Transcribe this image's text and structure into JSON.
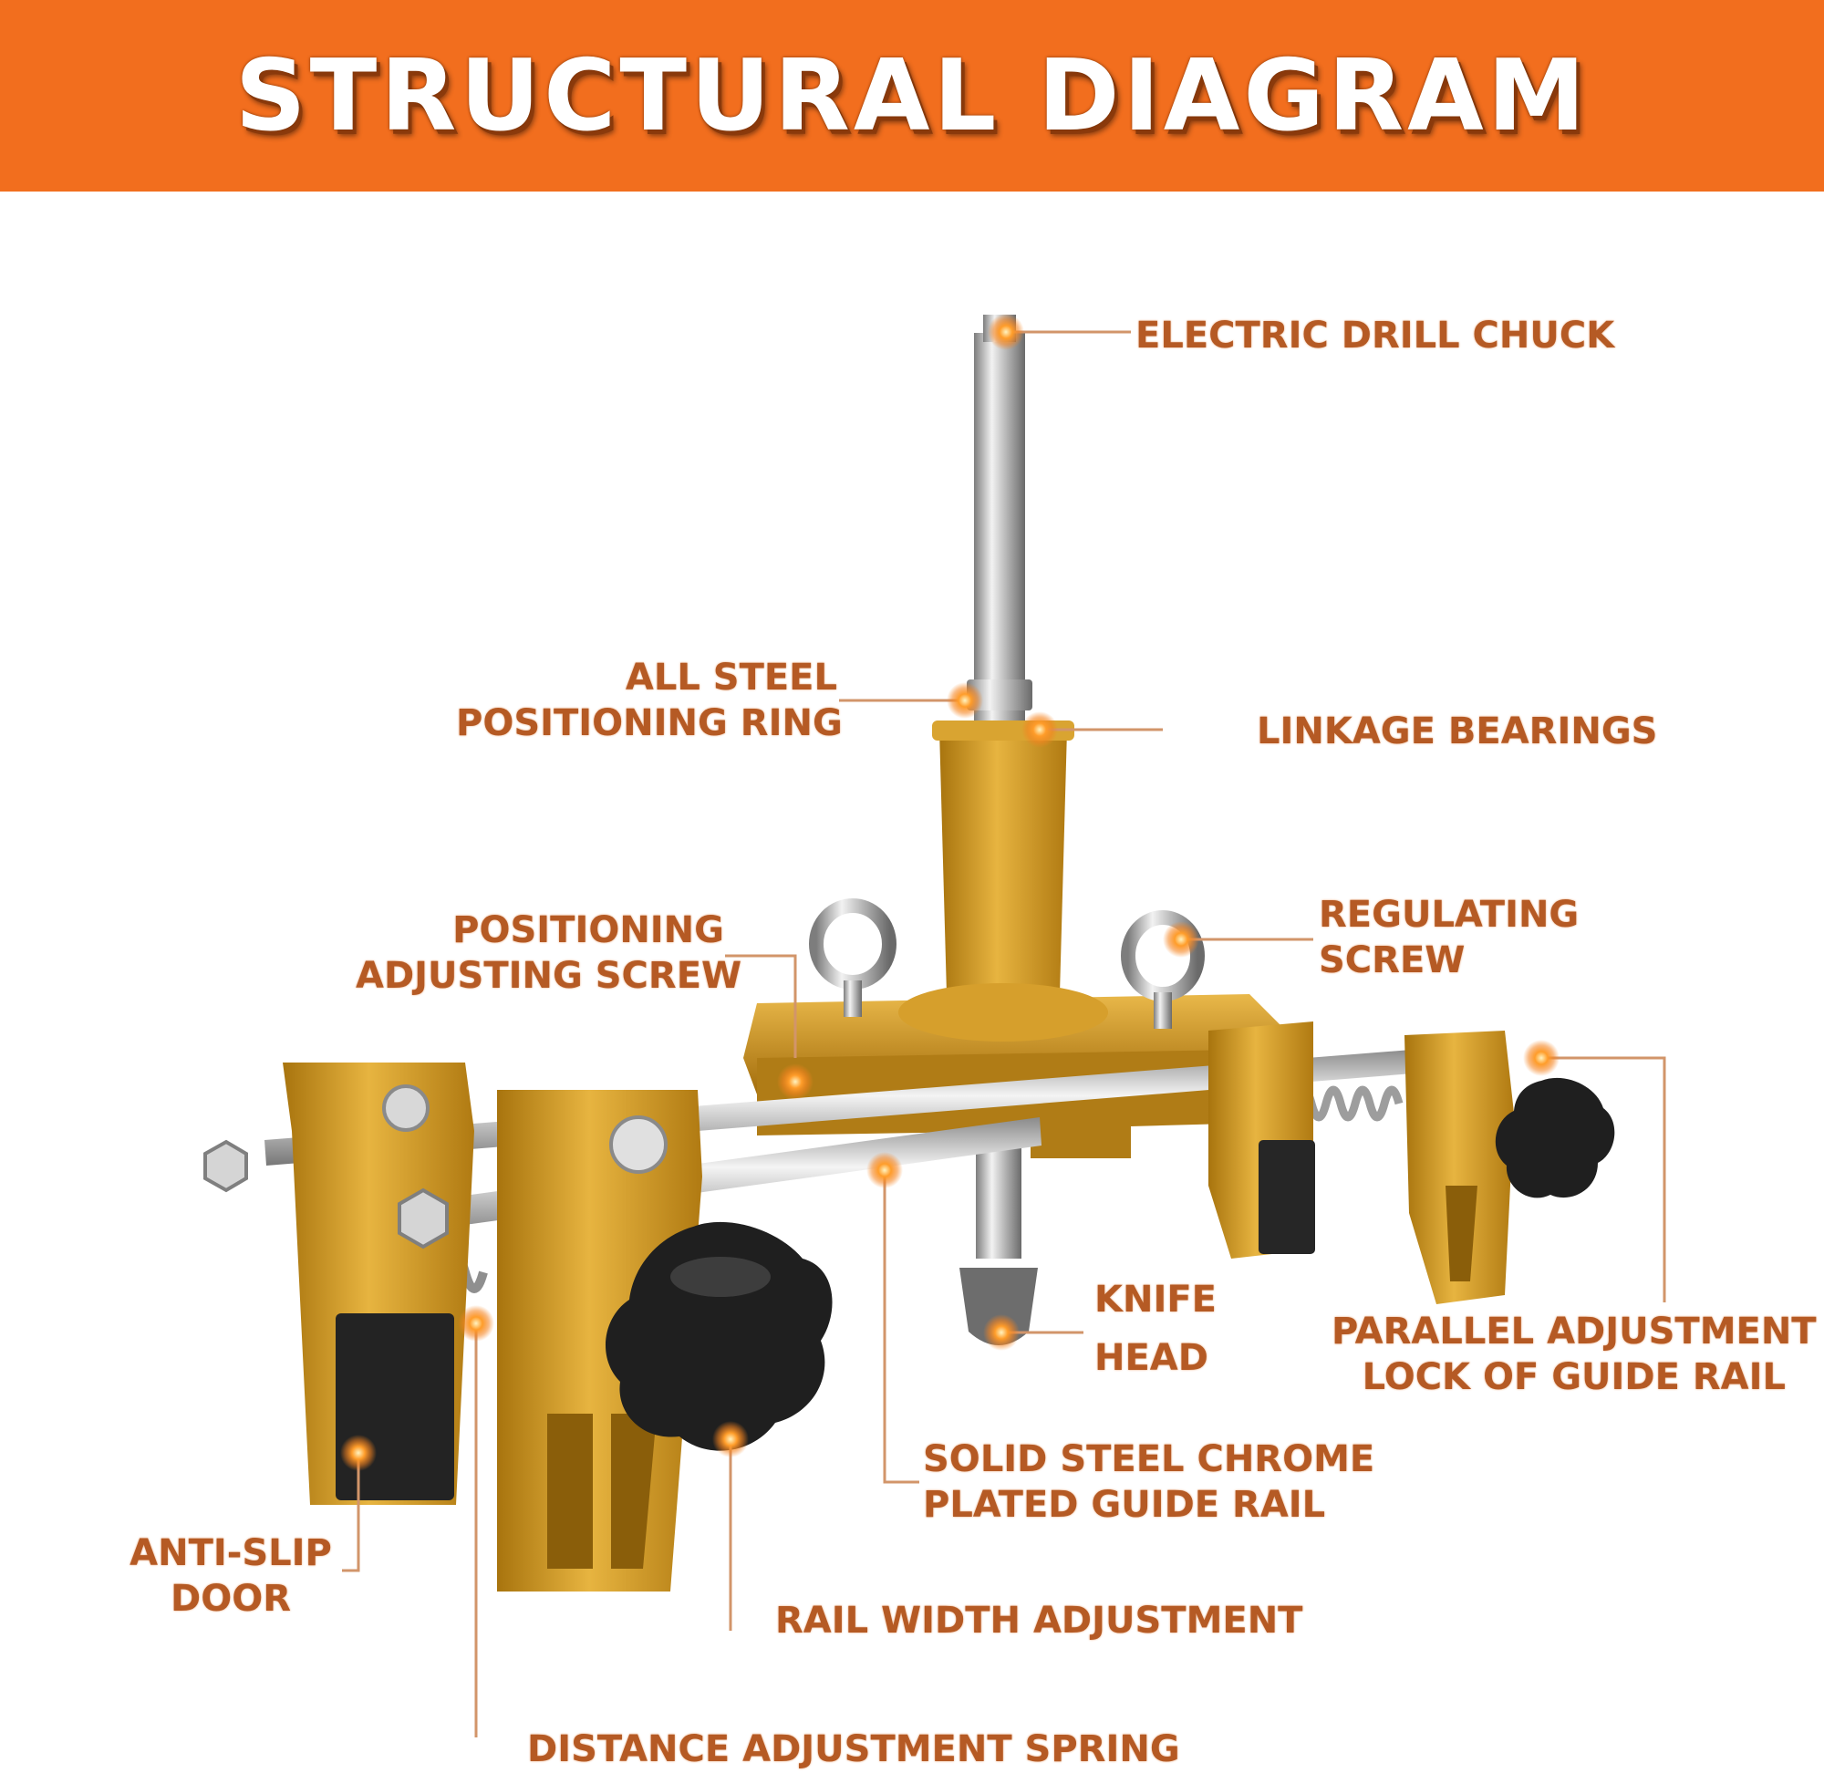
{
  "title": "STRUCTURAL DIAGRAM",
  "colors": {
    "header": "#f26e1e",
    "label": "#b55a24",
    "leader": "#d2956a",
    "marker": "#f5831f",
    "gold": "#c9951c",
    "knob": "#222222",
    "steel": "#c6c6c6"
  },
  "callouts": {
    "electric_drill_chuck": "ELECTRIC DRILL CHUCK",
    "positioning_ring": [
      "ALL STEEL",
      "POSITIONING RING"
    ],
    "linkage_bearings": "LINKAGE BEARINGS",
    "positioning_screw": [
      "POSITIONING",
      "ADJUSTING SCREW"
    ],
    "regulating_screw": [
      "REGULATING",
      "SCREW"
    ],
    "knife_head": [
      "KNIFE",
      "HEAD"
    ],
    "parallel_lock": [
      "PARALLEL ADJUSTMENT",
      "LOCK OF GUIDE RAIL"
    ],
    "guide_rail": [
      "SOLID STEEL CHROME",
      "PLATED GUIDE RAIL"
    ],
    "anti_slip_door": [
      "ANTI-SLIP",
      "DOOR"
    ],
    "rail_width_adjustment": "RAIL WIDTH ADJUSTMENT",
    "distance_spring": "DISTANCE ADJUSTMENT SPRING"
  }
}
